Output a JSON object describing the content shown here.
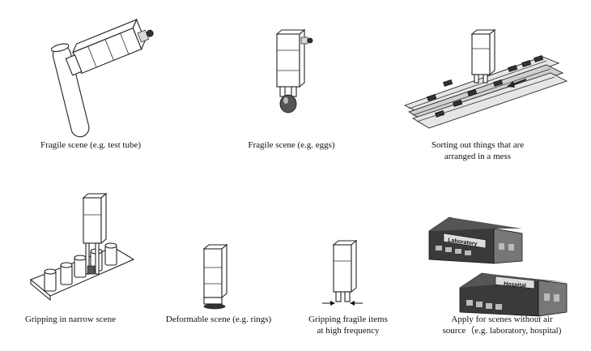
{
  "captions": {
    "test_tube": "Fragile scene (e.g. test tube)",
    "eggs": "Fragile scene (e.g. eggs)",
    "sorting_line1": "Sorting out things that are",
    "sorting_line2": "arranged in a mess",
    "narrow": "Gripping in narrow scene",
    "deformable": "Deformable scene (e.g. rings)",
    "high_freq_line1": "Gripping fragile items",
    "high_freq_line2": "at high frequency",
    "no_air_line1": "Apply for scenes without air",
    "no_air_line2": "source（e.g. laboratory, hospital)"
  },
  "building_signs": {
    "laboratory": "Laboratory",
    "hospital": "Hospital"
  }
}
